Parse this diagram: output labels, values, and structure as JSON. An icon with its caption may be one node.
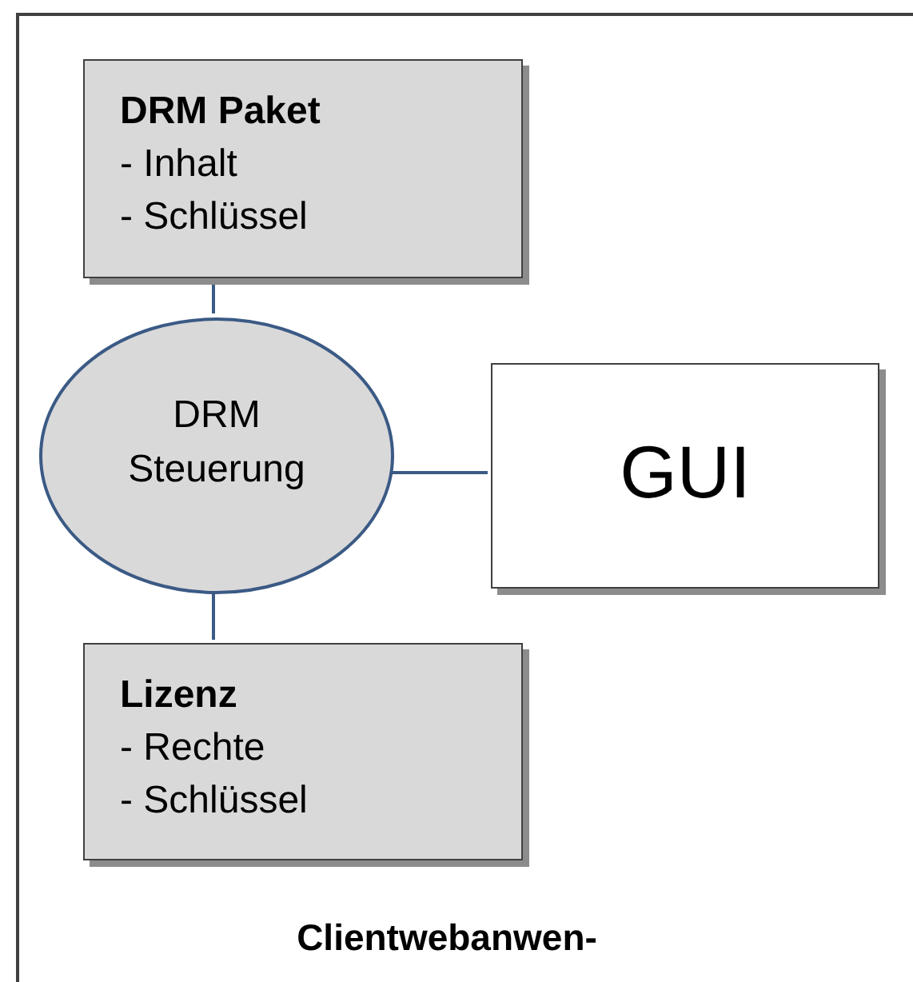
{
  "diagram": {
    "nodes": [
      {
        "text": [
          "Clientwebanwen-"
        ]
      },
      {
        "text": [
          "DRM Paket",
          "- Inhalt",
          "- Schlüssel"
        ],
        "in": 0
      },
      {
        "text": [
          "DRM Steuerung"
        ],
        "in": 0
      },
      {
        "text": [
          "GUI"
        ],
        "in": 0
      },
      {
        "text": [
          "Lizenz",
          "- Rechte",
          "- Schlüssel"
        ],
        "in": 0
      }
    ],
    "edges": [
      {
        "from": 1,
        "to": 2,
        "arrow": "none"
      },
      {
        "from": 2,
        "to": 3,
        "arrow": "none"
      },
      {
        "from": 2,
        "to": 4,
        "arrow": "none"
      }
    ]
  }
}
